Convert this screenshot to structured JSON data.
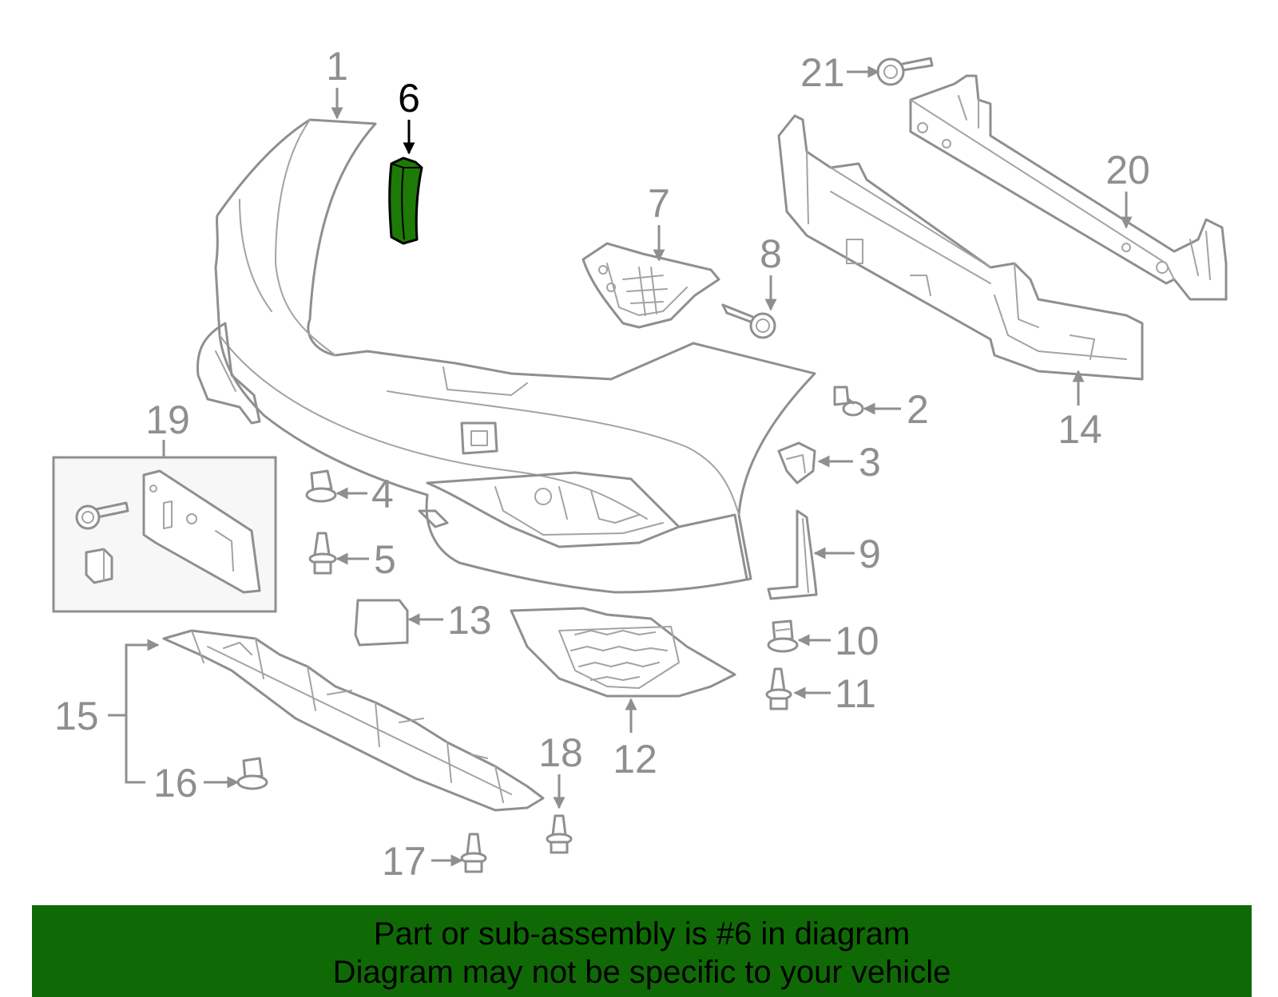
{
  "diagram": {
    "highlight_color": "#1d7a06",
    "line_color": "#8f8f8f",
    "highlighted_part": "6",
    "callouts": [
      "1",
      "2",
      "3",
      "4",
      "5",
      "6",
      "7",
      "8",
      "9",
      "10",
      "11",
      "12",
      "13",
      "14",
      "15",
      "16",
      "17",
      "18",
      "19",
      "20",
      "21"
    ]
  },
  "banner": {
    "background": "#0f6a06",
    "line1": "Part or sub-assembly is #6 in diagram",
    "line2": "Diagram may not be specific to your vehicle"
  }
}
